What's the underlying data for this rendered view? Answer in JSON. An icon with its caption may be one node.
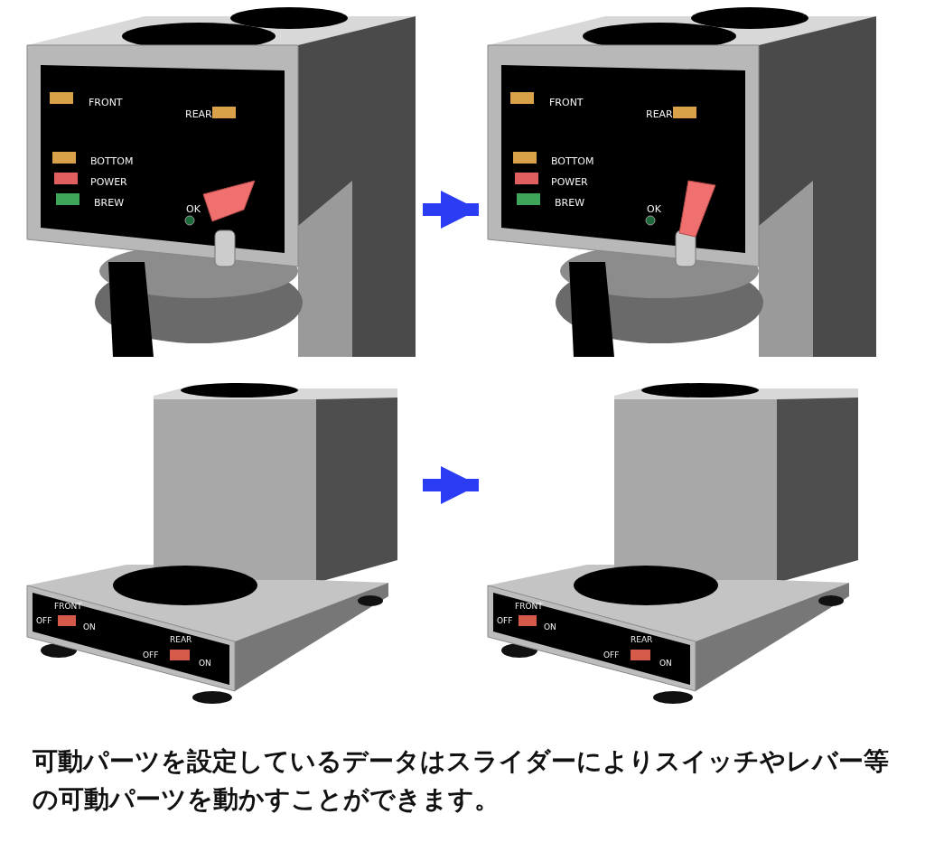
{
  "diagram": {
    "caption": "可動パーツを設定しているデータはスライダーによりスイッチやレバー等の可動パーツを動かすことができます。",
    "nodes": [
      {
        "text": [
          "FRONT",
          "REAR",
          "BOTTOM",
          "POWER",
          "BREW",
          "OK"
        ]
      },
      {
        "text": [
          "FRONT",
          "REAR",
          "BOTTOM",
          "POWER",
          "BREW",
          "OK"
        ]
      },
      {
        "text": [
          "FRONT",
          "OFF",
          "ON",
          "REAR",
          "OFF",
          "ON"
        ]
      },
      {
        "text": [
          "FRONT",
          "OFF",
          "ON",
          "REAR",
          "OFF",
          "ON"
        ]
      }
    ],
    "edges": [
      {
        "from": 0,
        "to": 1,
        "arrow": "to",
        "color": "#2b3cf5"
      },
      {
        "from": 2,
        "to": 3,
        "arrow": "to",
        "color": "#2b3cf5"
      }
    ]
  }
}
